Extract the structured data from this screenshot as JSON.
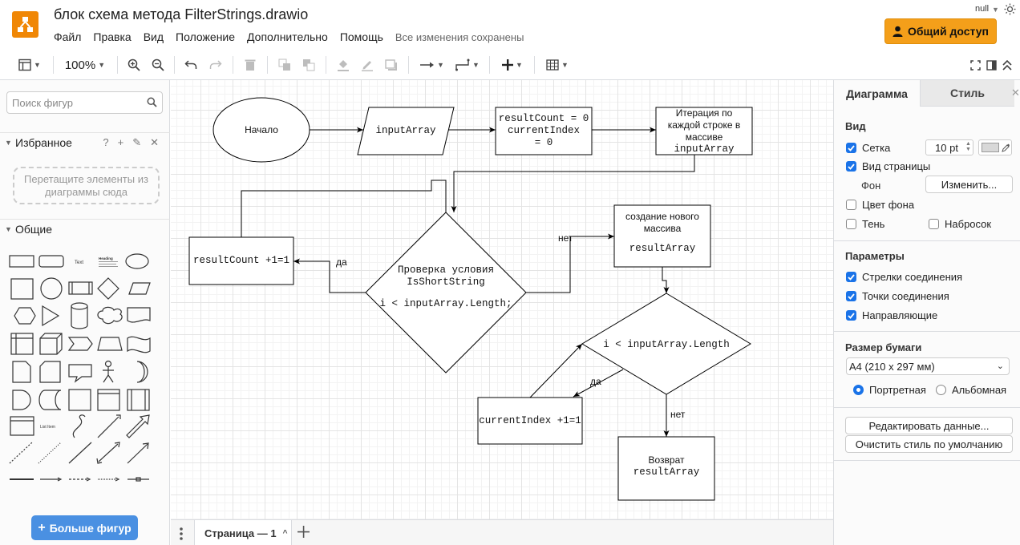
{
  "header": {
    "title": "блок схема метода FilterStrings.drawio",
    "menu": [
      "Файл",
      "Правка",
      "Вид",
      "Положение",
      "Дополнительно",
      "Помощь"
    ],
    "saved_status": "Все изменения сохранены",
    "share_label": "Общий доступ",
    "user": "null"
  },
  "toolbar": {
    "zoom": "100%"
  },
  "left_panel": {
    "search_placeholder": "Поиск фигур",
    "favorites_title": "Избранное",
    "favorites_tools": [
      "?",
      "+",
      "✎",
      "✕"
    ],
    "dropzone_text": "Перетащите элементы из диаграммы сюда",
    "general_title": "Общие",
    "shape_text_label": "Text",
    "shape_heading_label": "Heading",
    "shape_list_label": "List Item",
    "more_shapes_label": "Больше фигур"
  },
  "diagram": {
    "nodes": {
      "start": "Начало",
      "input": "inputArray",
      "init": [
        "resultCount = 0",
        "currentIndex",
        "= 0"
      ],
      "iterate": [
        "Итерация по",
        "каждой строке в",
        "массиве",
        "inputArray"
      ],
      "check": [
        "Проверка условия",
        "IsShortString",
        "",
        "i < inputArray.Length;"
      ],
      "increment_count": "resultCount +1=1",
      "create": [
        "создание нового",
        "массива",
        "",
        "resultArray"
      ],
      "loop_cond": "i < inputArray.Length",
      "increment_index": "currentIndex +1=1",
      "return": [
        "Возврат",
        "resultArray"
      ]
    },
    "edge_labels": {
      "check_yes": "да",
      "check_no": "нет",
      "loop_yes": "да",
      "loop_no": "нет"
    }
  },
  "bottom": {
    "page_tab": "Страница — 1"
  },
  "right_panel": {
    "tab_diagram": "Диаграмма",
    "tab_style": "Стиль",
    "view_title": "Вид",
    "grid_label": "Сетка",
    "grid_checked": true,
    "grid_size": "10 pt",
    "page_view_label": "Вид страницы",
    "page_view_checked": true,
    "background_label": "Фон",
    "change_label": "Изменить...",
    "bg_color_label": "Цвет фона",
    "bg_color_checked": false,
    "shadow_label": "Тень",
    "shadow_checked": false,
    "sketch_label": "Набросок",
    "sketch_checked": false,
    "params_title": "Параметры",
    "arrows_label": "Стрелки соединения",
    "arrows_checked": true,
    "points_label": "Точки соединения",
    "points_checked": true,
    "guides_label": "Направляющие",
    "guides_checked": true,
    "paper_title": "Размер бумаги",
    "paper_value": "A4 (210 x 297 мм)",
    "portrait_label": "Портретная",
    "portrait_checked": true,
    "landscape_label": "Альбомная",
    "landscape_checked": false,
    "edit_data_label": "Редактировать данные...",
    "clear_style_label": "Очистить стиль по умолчанию"
  },
  "colors": {
    "accent_orange": "#f08705",
    "share_button": "#f49f1a",
    "blue": "#4a90e2",
    "checkbox_blue": "#1a73e8"
  }
}
